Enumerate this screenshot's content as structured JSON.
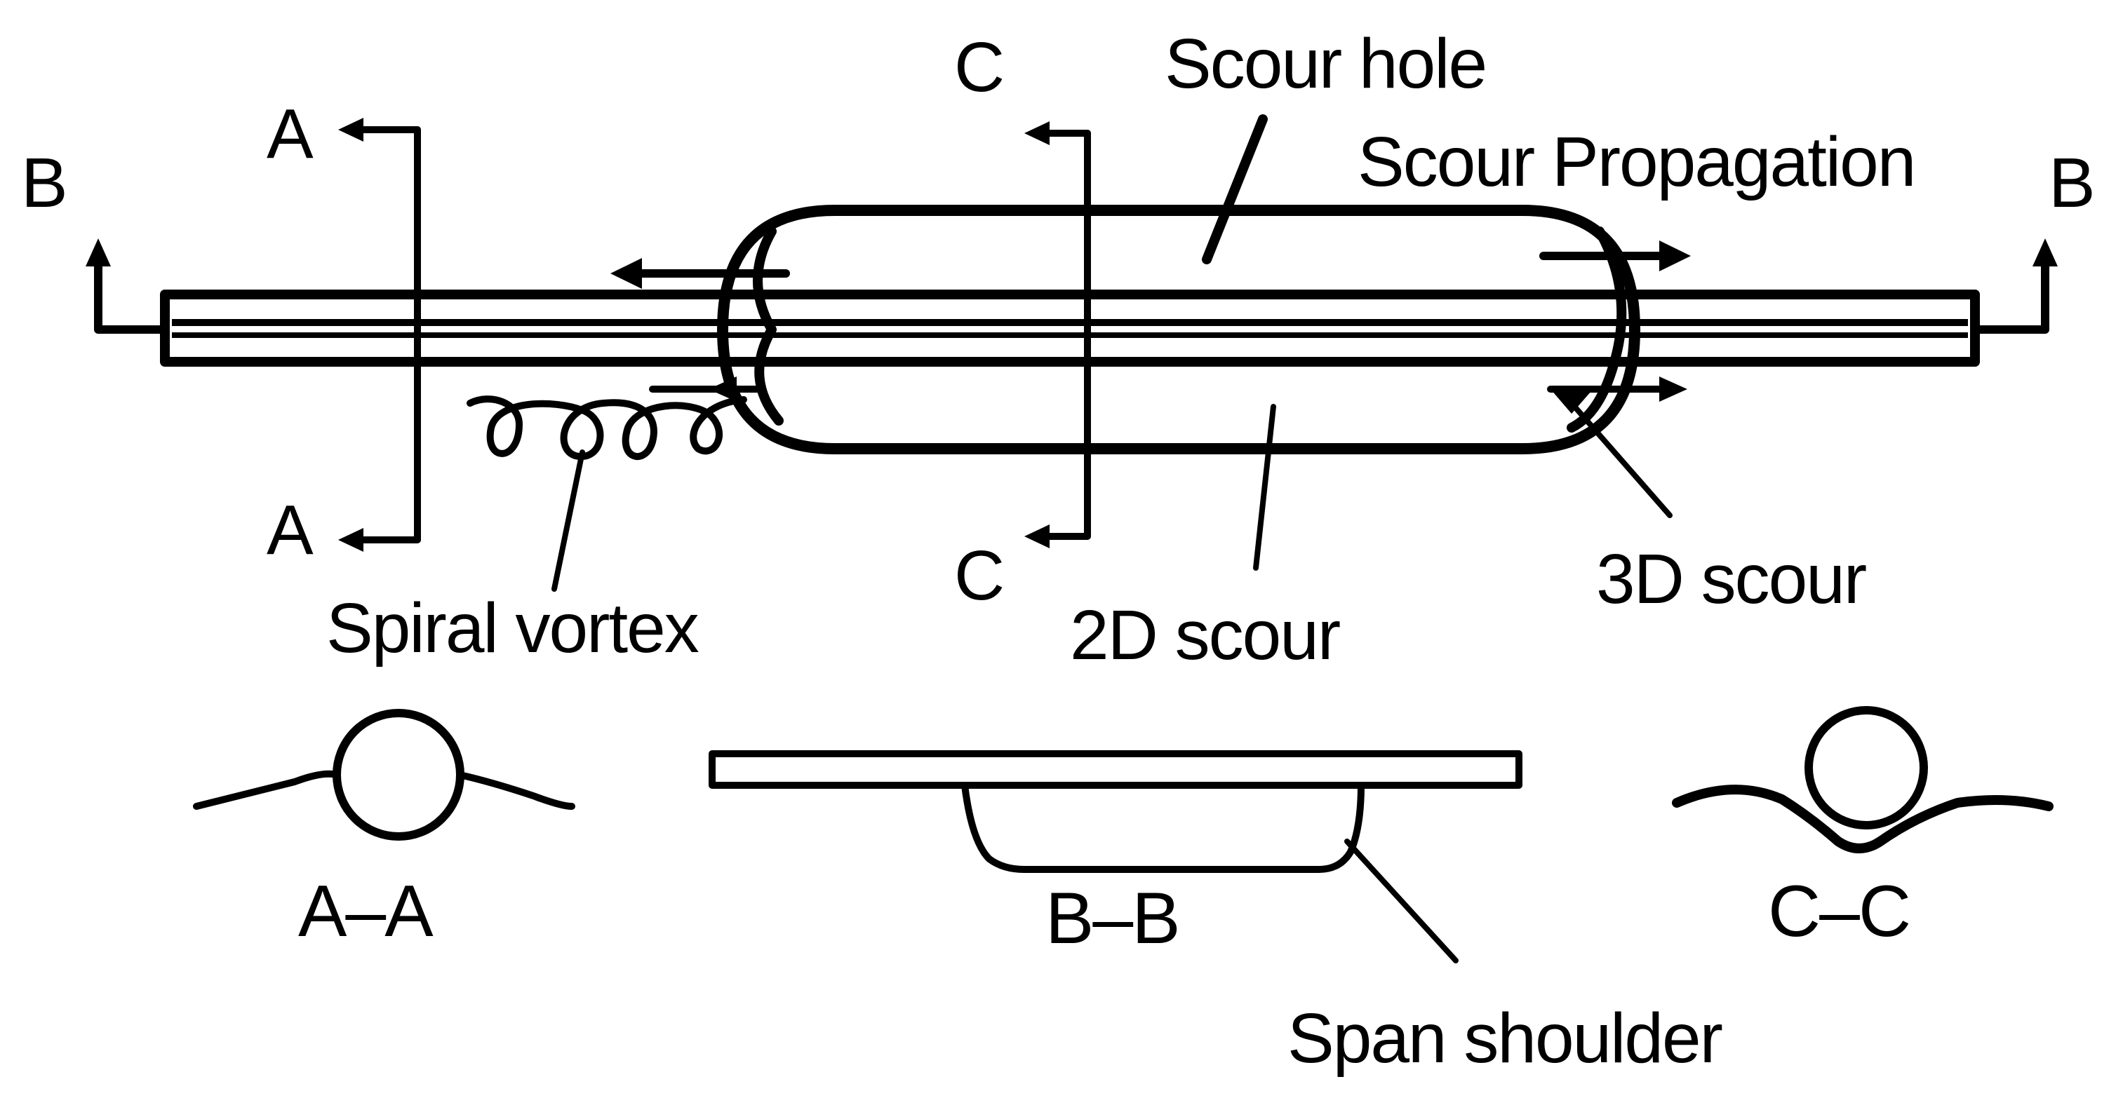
{
  "labels": {
    "scour_hole": "Scour hole",
    "scour_propagation": "Scour Propagation",
    "spiral_vortex": "Spiral vortex",
    "two_d_scour": "2D scour",
    "three_d_scour": "3D scour",
    "span_shoulder": "Span shoulder"
  },
  "section_markers": {
    "a_top": "A",
    "a_bottom": "A",
    "b_left": "B",
    "b_right": "B",
    "c_top": "C",
    "c_bottom": "C"
  },
  "section_views": {
    "a_a": "A–A",
    "b_b": "B–B",
    "c_c": "C–C"
  },
  "colors": {
    "ink": "#000000",
    "background": "#ffffff"
  }
}
